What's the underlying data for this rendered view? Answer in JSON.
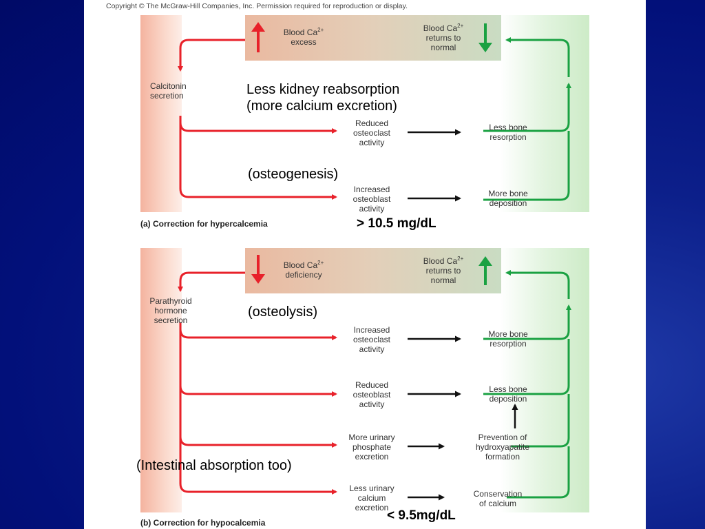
{
  "copyright": "Copyright © The McGraw-Hill Companies, Inc. Permission required for reproduction or display.",
  "panel_a": {
    "top_left_line1": "Blood Ca",
    "top_left_sup": "2+",
    "top_left_line2": "excess",
    "top_right_line1": "Blood Ca",
    "top_right_sup": "2+",
    "top_right_line2": "returns to",
    "top_right_line3": "normal",
    "hormone_line1": "Calcitonin",
    "hormone_line2": "secretion",
    "row1_mid_line1": "Reduced",
    "row1_mid_line2": "osteoclast",
    "row1_mid_line3": "activity",
    "row1_right_line1": "Less bone",
    "row1_right_line2": "resorption",
    "row2_mid_line1": "Increased",
    "row2_mid_line2": "osteoblast",
    "row2_mid_line3": "activity",
    "row2_right_line1": "More bone",
    "row2_right_line2": "deposition",
    "caption": "(a) Correction for hypercalcemia",
    "overlay_kidney_line1": "Less kidney reabsorption",
    "overlay_kidney_line2": "(more calcium excretion)",
    "overlay_osteogenesis": "(osteogenesis)",
    "threshold": "> 10.5 mg/dL"
  },
  "panel_b": {
    "top_left_line1": "Blood Ca",
    "top_left_sup": "2+",
    "top_left_line2": "deficiency",
    "top_right_line1": "Blood Ca",
    "top_right_sup": "2+",
    "top_right_line2": "returns to",
    "top_right_line3": "normal",
    "hormone_line1": "Parathyroid",
    "hormone_line2": "hormone",
    "hormone_line3": "secretion",
    "row1_mid_line1": "Increased",
    "row1_mid_line2": "osteoclast",
    "row1_mid_line3": "activity",
    "row1_right_line1": "More bone",
    "row1_right_line2": "resorption",
    "row2_mid_line1": "Reduced",
    "row2_mid_line2": "osteoblast",
    "row2_mid_line3": "activity",
    "row2_right_line1": "Less bone",
    "row2_right_line2": "deposition",
    "row3_mid_line1": "More urinary",
    "row3_mid_line2": "phosphate",
    "row3_mid_line3": "excretion",
    "row3_right_line1": "Prevention of",
    "row3_right_line2": "hydroxyapatite",
    "row3_right_line3": "formation",
    "row4_mid_line1": "Less urinary",
    "row4_mid_line2": "calcium",
    "row4_mid_line3": "excretion",
    "row4_right_line1": "Conservation",
    "row4_right_line2": "of calcium",
    "caption": "(b) Correction for hypocalcemia",
    "overlay_osteolysis": "(osteolysis)",
    "overlay_intestinal": "(Intestinal absorption too)",
    "threshold": "< 9.5mg/dL"
  },
  "colors": {
    "red_arrow": "#e8212a",
    "green_arrow": "#1aa142",
    "black_arrow": "#111111",
    "slide_bg": "#0a1a8c"
  }
}
